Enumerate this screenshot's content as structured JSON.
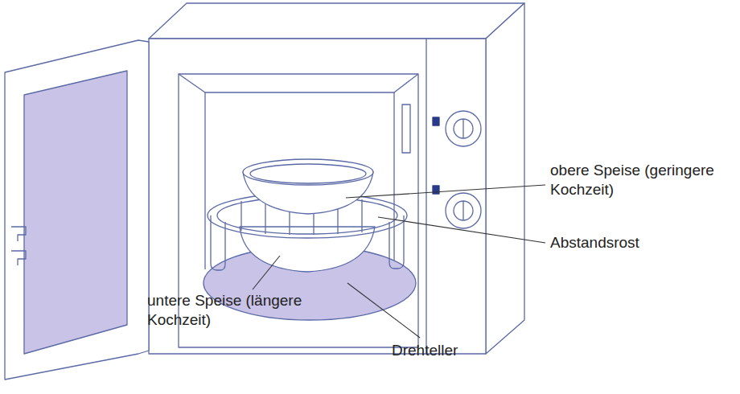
{
  "diagram": {
    "labels": [
      "obere Speise (geringere Kochzeit)",
      "Abstandsrost",
      "untere Speise (längere Kochzeit)",
      "Drehteller"
    ]
  }
}
